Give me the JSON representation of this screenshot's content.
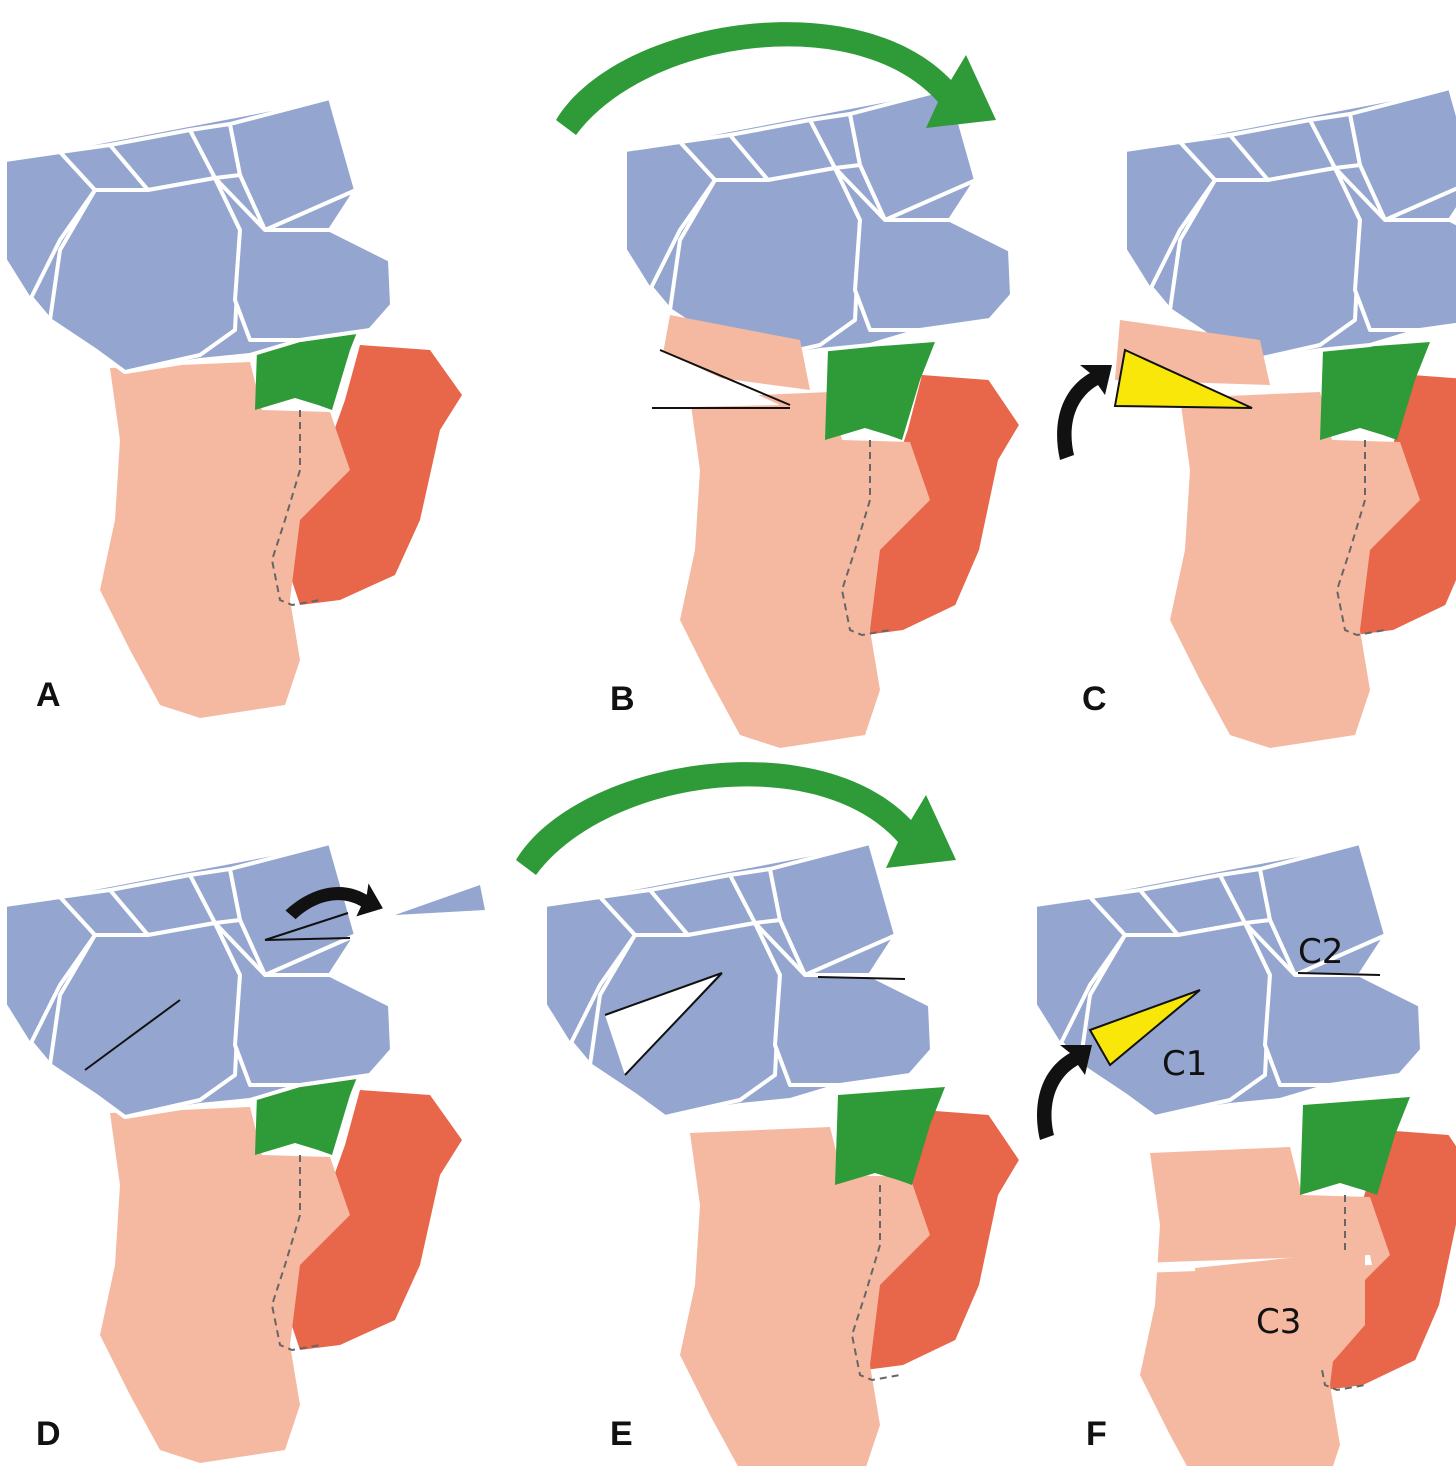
{
  "colors": {
    "carpal": "#94a6d0",
    "green": "#2e9b38",
    "radius": "#f4b9a0",
    "ulna": "#e8664a",
    "wedge": "#f9e70a"
  },
  "panels": {
    "A": {
      "letter": "A"
    },
    "B": {
      "letter": "B"
    },
    "C": {
      "letter": "C"
    },
    "D": {
      "letter": "D"
    },
    "E": {
      "letter": "E"
    },
    "F": {
      "letter": "F"
    }
  },
  "bone_labels": {
    "c1": "C1",
    "c2": "C2",
    "c3": "C3"
  },
  "icons": {
    "rotation_large": "curved-arrow-clockwise-green",
    "rotation_small": "curved-arrow-black"
  }
}
